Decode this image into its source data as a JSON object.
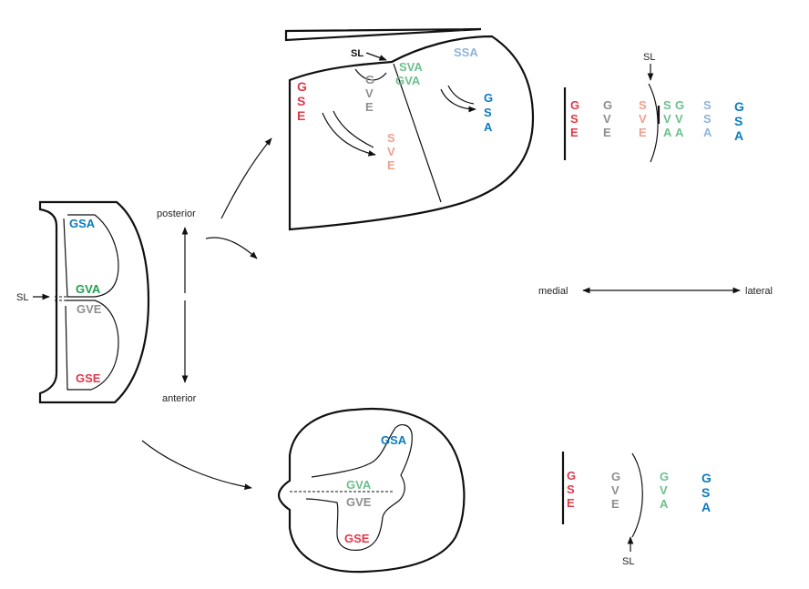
{
  "colors": {
    "gse": "#e0394a",
    "gve": "#8e8e8e",
    "gva": "#1ea052",
    "gva_light": "#6cc08e",
    "sve": "#f0a08e",
    "ssa": "#8fb3dc",
    "gsa": "#0a7bbd",
    "line": "#111111"
  },
  "labels": {
    "posterior": "posterior",
    "anterior": "anterior",
    "medial": "medial",
    "lateral": "lateral",
    "sl": "SL",
    "gsa": "GSA",
    "gva": "GVA",
    "gve": "GVE",
    "gse": "GSE",
    "sva": "SVA",
    "ssa": "SSA",
    "g": "G",
    "s": "S",
    "e": "E",
    "v": "V",
    "a": "A"
  }
}
